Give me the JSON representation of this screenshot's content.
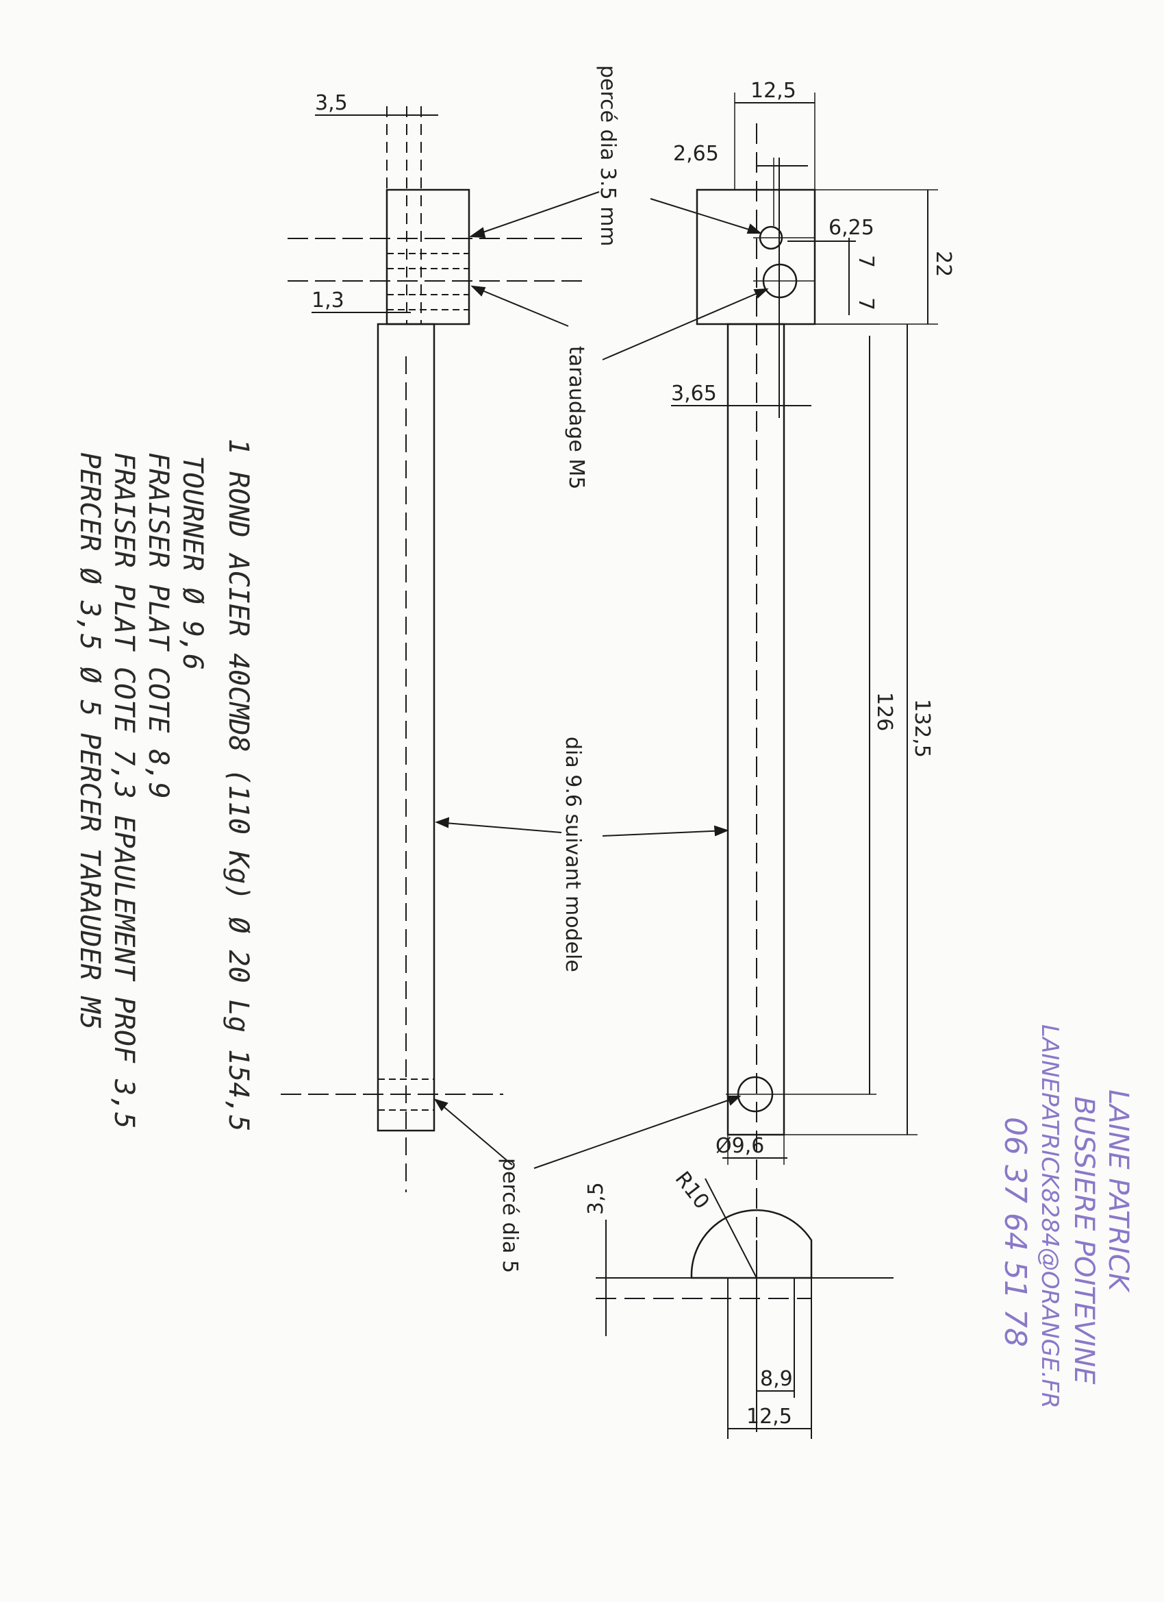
{
  "dimensions": {
    "d_3_5_top": "3,5",
    "d_1_3": "1,3",
    "d_12_5_top": "12,5",
    "d_2_65": "2,65",
    "d_6_25": "6,25",
    "d_7_a": "7",
    "d_7_b": "7",
    "d_22": "22",
    "d_3_65": "3,65",
    "d_126": "126",
    "d_132_5": "132,5",
    "d_dia_9_6": "Ø9,6",
    "d_r10": "R10",
    "d_3_5_section": "3,5",
    "d_8_9": "8,9",
    "d_12_5_bottom": "12,5"
  },
  "callouts": {
    "perce_3_5": "percé dia 3.5 mm",
    "taraudage": "taraudage M5",
    "dia_9_6": "dia 9.6 suivant modele",
    "perce_5": "percé dia 5"
  },
  "handwritten_notes": [
    "1 ROND ACIER 40CMD8 (110 Kg)   Ø 20   Lg 154,5",
    "TOURNER   Ø 9,6",
    "FRAISER   PLAT   COTE 8,9",
    "FRAISER   PLAT   COTE 7,3   EPAULEMENT PROF 3,5",
    "PERCER   Ø 3,5   Ø 5   PERCER TARAUDER M5"
  ],
  "author_notes": [
    "LAINE PATRICK",
    "BUSSIERE POITEVINE",
    "LAINEPATRICK8284@ORANGE.FR",
    "06 37 64 51 78"
  ],
  "colors": {
    "line": "#1a1a1a",
    "center_line": "#333333",
    "pencil": "#2a2a2a",
    "author_ink": "#8a78c8"
  }
}
